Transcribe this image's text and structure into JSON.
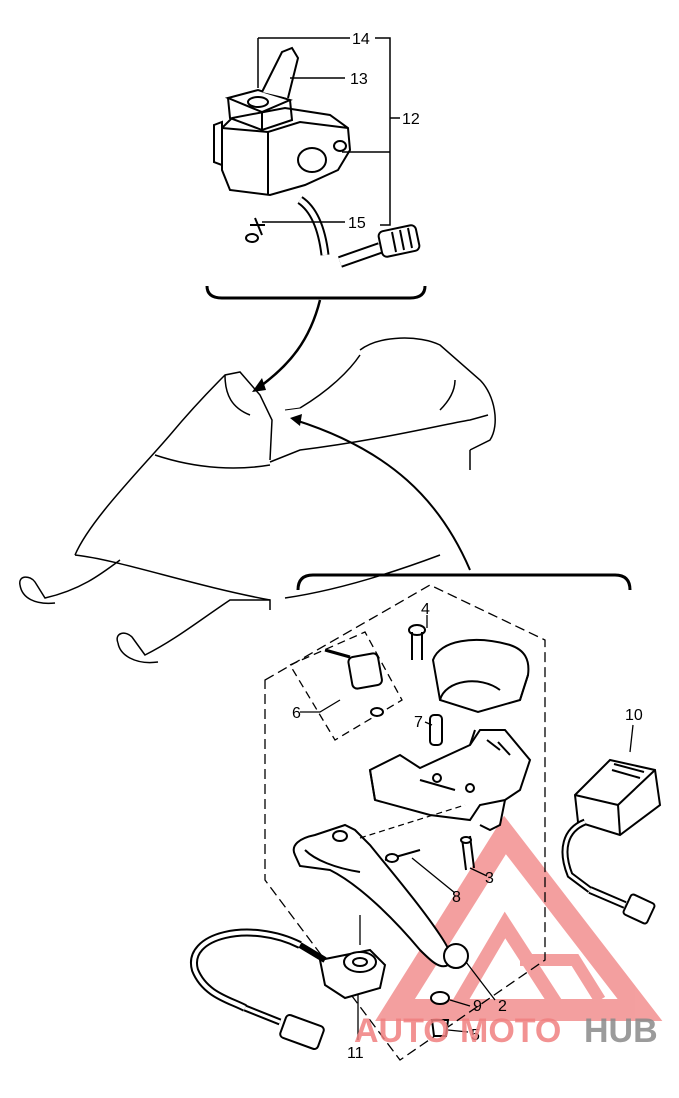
{
  "diagram": {
    "callouts": [
      "14",
      "13",
      "12",
      "15",
      "4",
      "6",
      "7",
      "10",
      "3",
      "8",
      "9",
      "2",
      "5",
      "11"
    ]
  },
  "watermark": {
    "text_part1": "AUTO",
    "text_part2": "MOTO",
    "text_part3": "HUB",
    "color_red": "#f08080",
    "color_gray": "#8a8a8a"
  }
}
